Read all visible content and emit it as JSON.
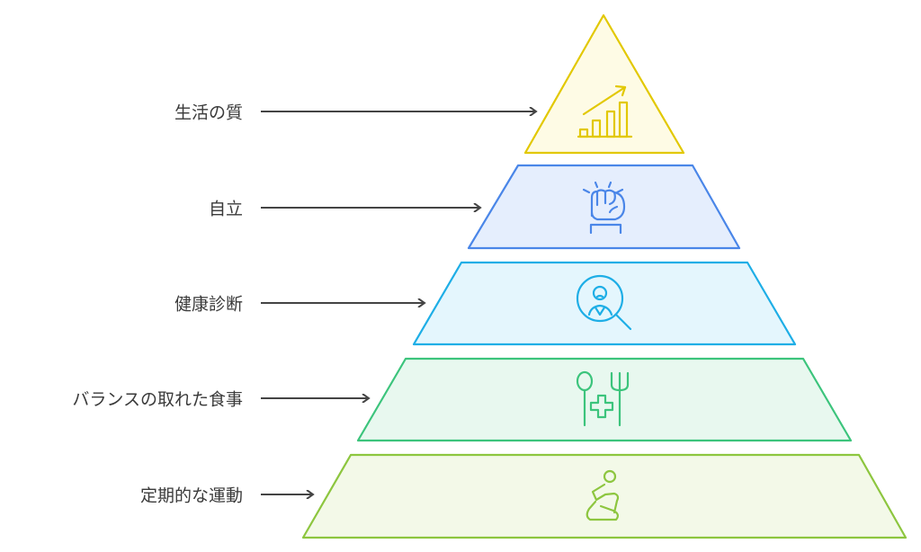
{
  "levels": [
    {
      "label": "生活の質",
      "icon": "growth-chart-icon",
      "stroke": "#e2c800",
      "fill": "#fefbe5"
    },
    {
      "label": "自立",
      "icon": "raised-fist-icon",
      "stroke": "#4a86e8",
      "fill": "#e5eefd"
    },
    {
      "label": "健康診断",
      "icon": "person-search-icon",
      "stroke": "#1eaee6",
      "fill": "#e4f6fd"
    },
    {
      "label": "バランスの取れた食事",
      "icon": "utensils-health-icon",
      "stroke": "#3cc47c",
      "fill": "#e8f8ef"
    },
    {
      "label": "定期的な運動",
      "icon": "exercise-bike-icon",
      "stroke": "#8dc63f",
      "fill": "#f3f9e8"
    }
  ]
}
